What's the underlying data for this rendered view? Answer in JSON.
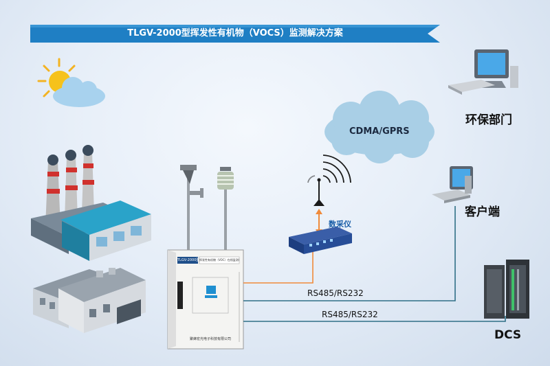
{
  "title": "TLGV-2000型挥发性有机物（VOCS）监测解决方案",
  "nodes": {
    "network": "CDMA/GPRS",
    "epa": "环保部门",
    "client": "客户端",
    "collector": "数采仪",
    "dcs": "DCS"
  },
  "links": {
    "client_link": "RS485/RS232",
    "dcs_link": "RS485/RS232"
  },
  "cabinet": {
    "model": "TLGV-2000型",
    "subtitle": "挥发性有机物（VOC）在线监测系统",
    "company": "聚蜂宏光电子科技有限公司"
  },
  "colors": {
    "banner": "#1f7fc4",
    "cable": "#2f6f86",
    "rf_link": "#f08a3a"
  }
}
